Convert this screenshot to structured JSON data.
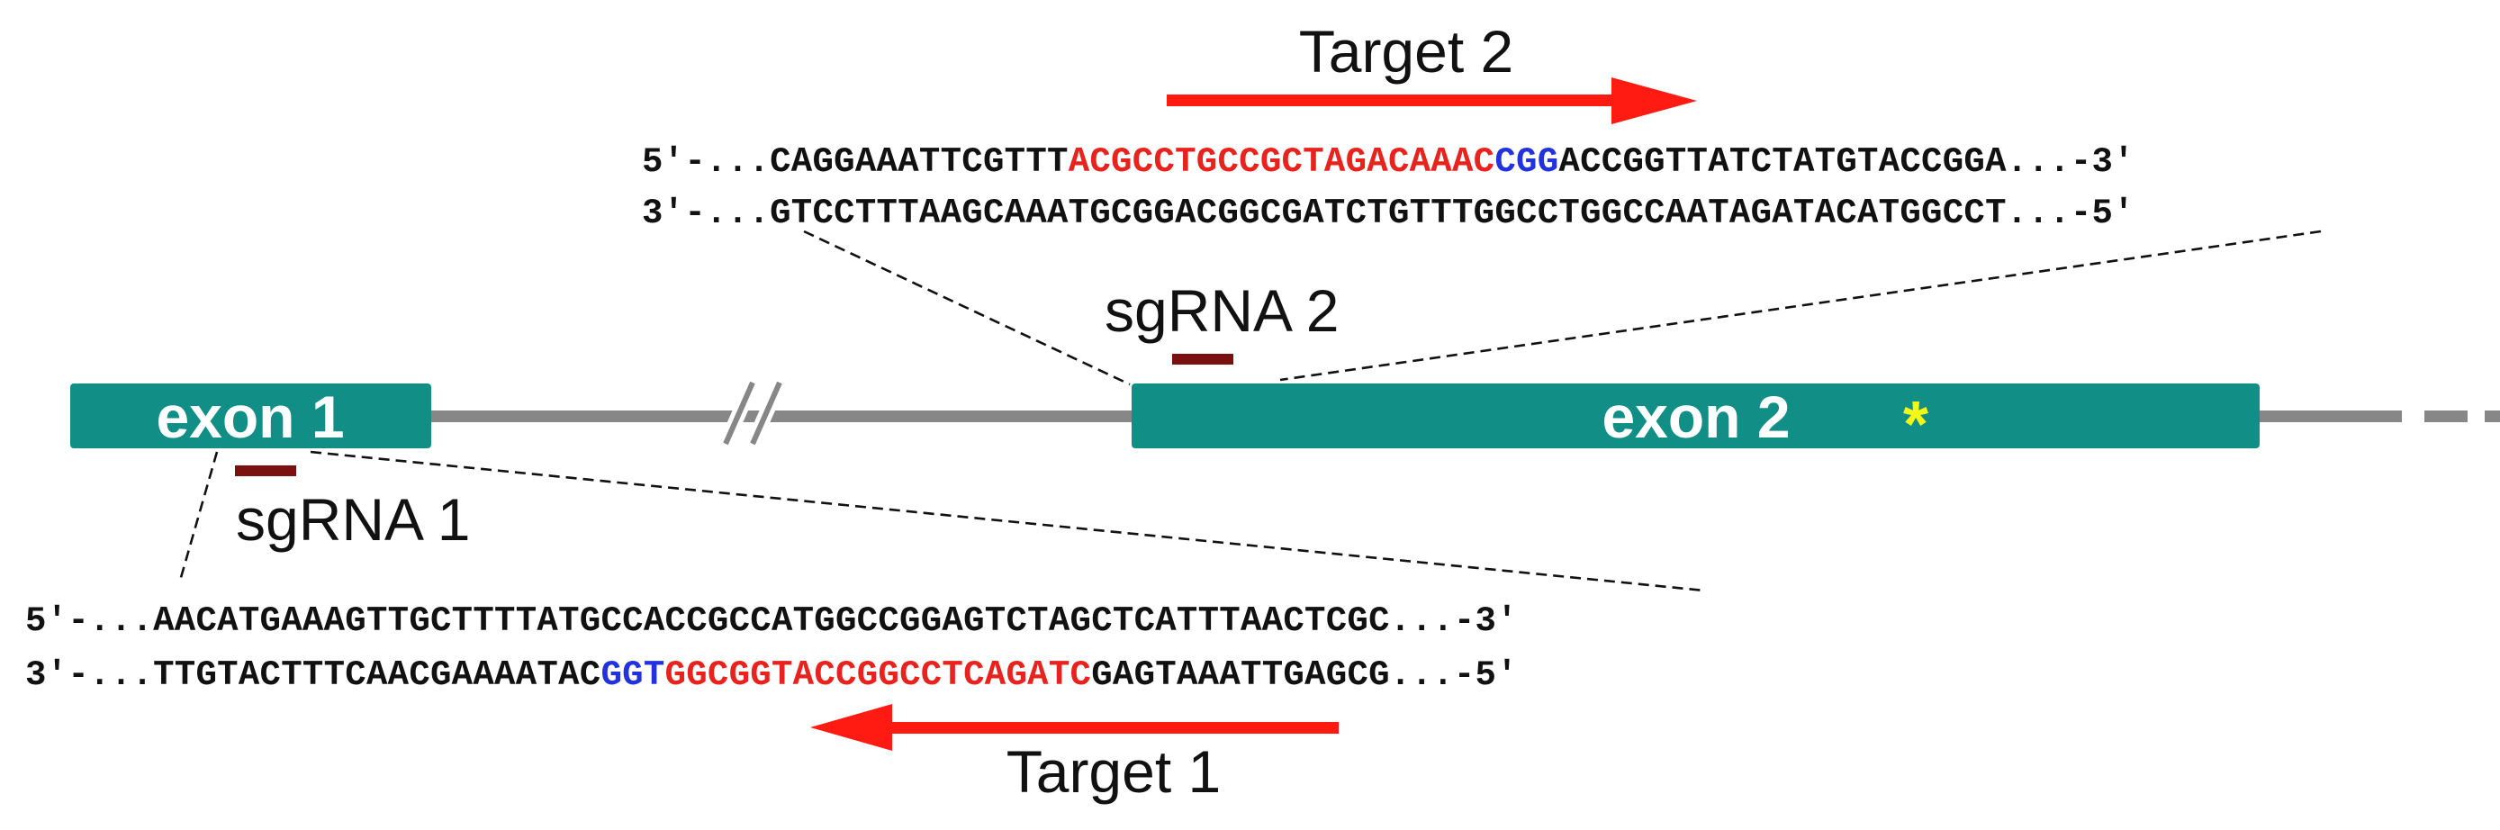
{
  "colors": {
    "exon": "#118f86",
    "intron": "#878787",
    "sgrna_bar": "#7a1010",
    "target_arrow": "#ff1a12",
    "target_seq": "#e8221c",
    "pam_seq": "#2233dd",
    "asterisk": "#f7f716"
  },
  "gene": {
    "exon1_label": "exon 1",
    "exon2_label": "exon 2",
    "asterisk": "*",
    "intron_break_icon": "double-slash-break"
  },
  "sgrna1": {
    "label": "sgRNA 1"
  },
  "sgrna2": {
    "label": "sgRNA 2"
  },
  "target1": {
    "label": "Target 1",
    "direction": "left",
    "top_strand": {
      "prefix": "5'-...",
      "sequence": "AACATGAAAGTTGCTTTTATGCCACCGCCATGGCCGGAGTCTAGCTCATTTAACTCGC",
      "suffix": "...-3'"
    },
    "bottom_strand": {
      "prefix": "3'-...",
      "before": "TTGTACTTTCAACGAAAATAC",
      "pam": "GGT",
      "target": "GGCGGTACCGGCCTCAGATC",
      "after": "GAGTAAATTGAGCG",
      "suffix": "...-5'"
    }
  },
  "target2": {
    "label": "Target 2",
    "direction": "right",
    "top_strand": {
      "prefix": "5'-...",
      "before": "CAGGAAATTCGTTT",
      "target": "ACGCCTGCCGCTAGACAAAC",
      "pam": "CGG",
      "after": "ACCGGTTATCTATGTACCGGA",
      "suffix": "...-3'"
    },
    "bottom_strand": {
      "prefix": "3'-...",
      "sequence": "GTCCTTTAAGCAAATGCGGACGGCGATCTGTTTGGCCTGGCCAATAGATACATGGCCT",
      "suffix": "...-5'"
    }
  }
}
